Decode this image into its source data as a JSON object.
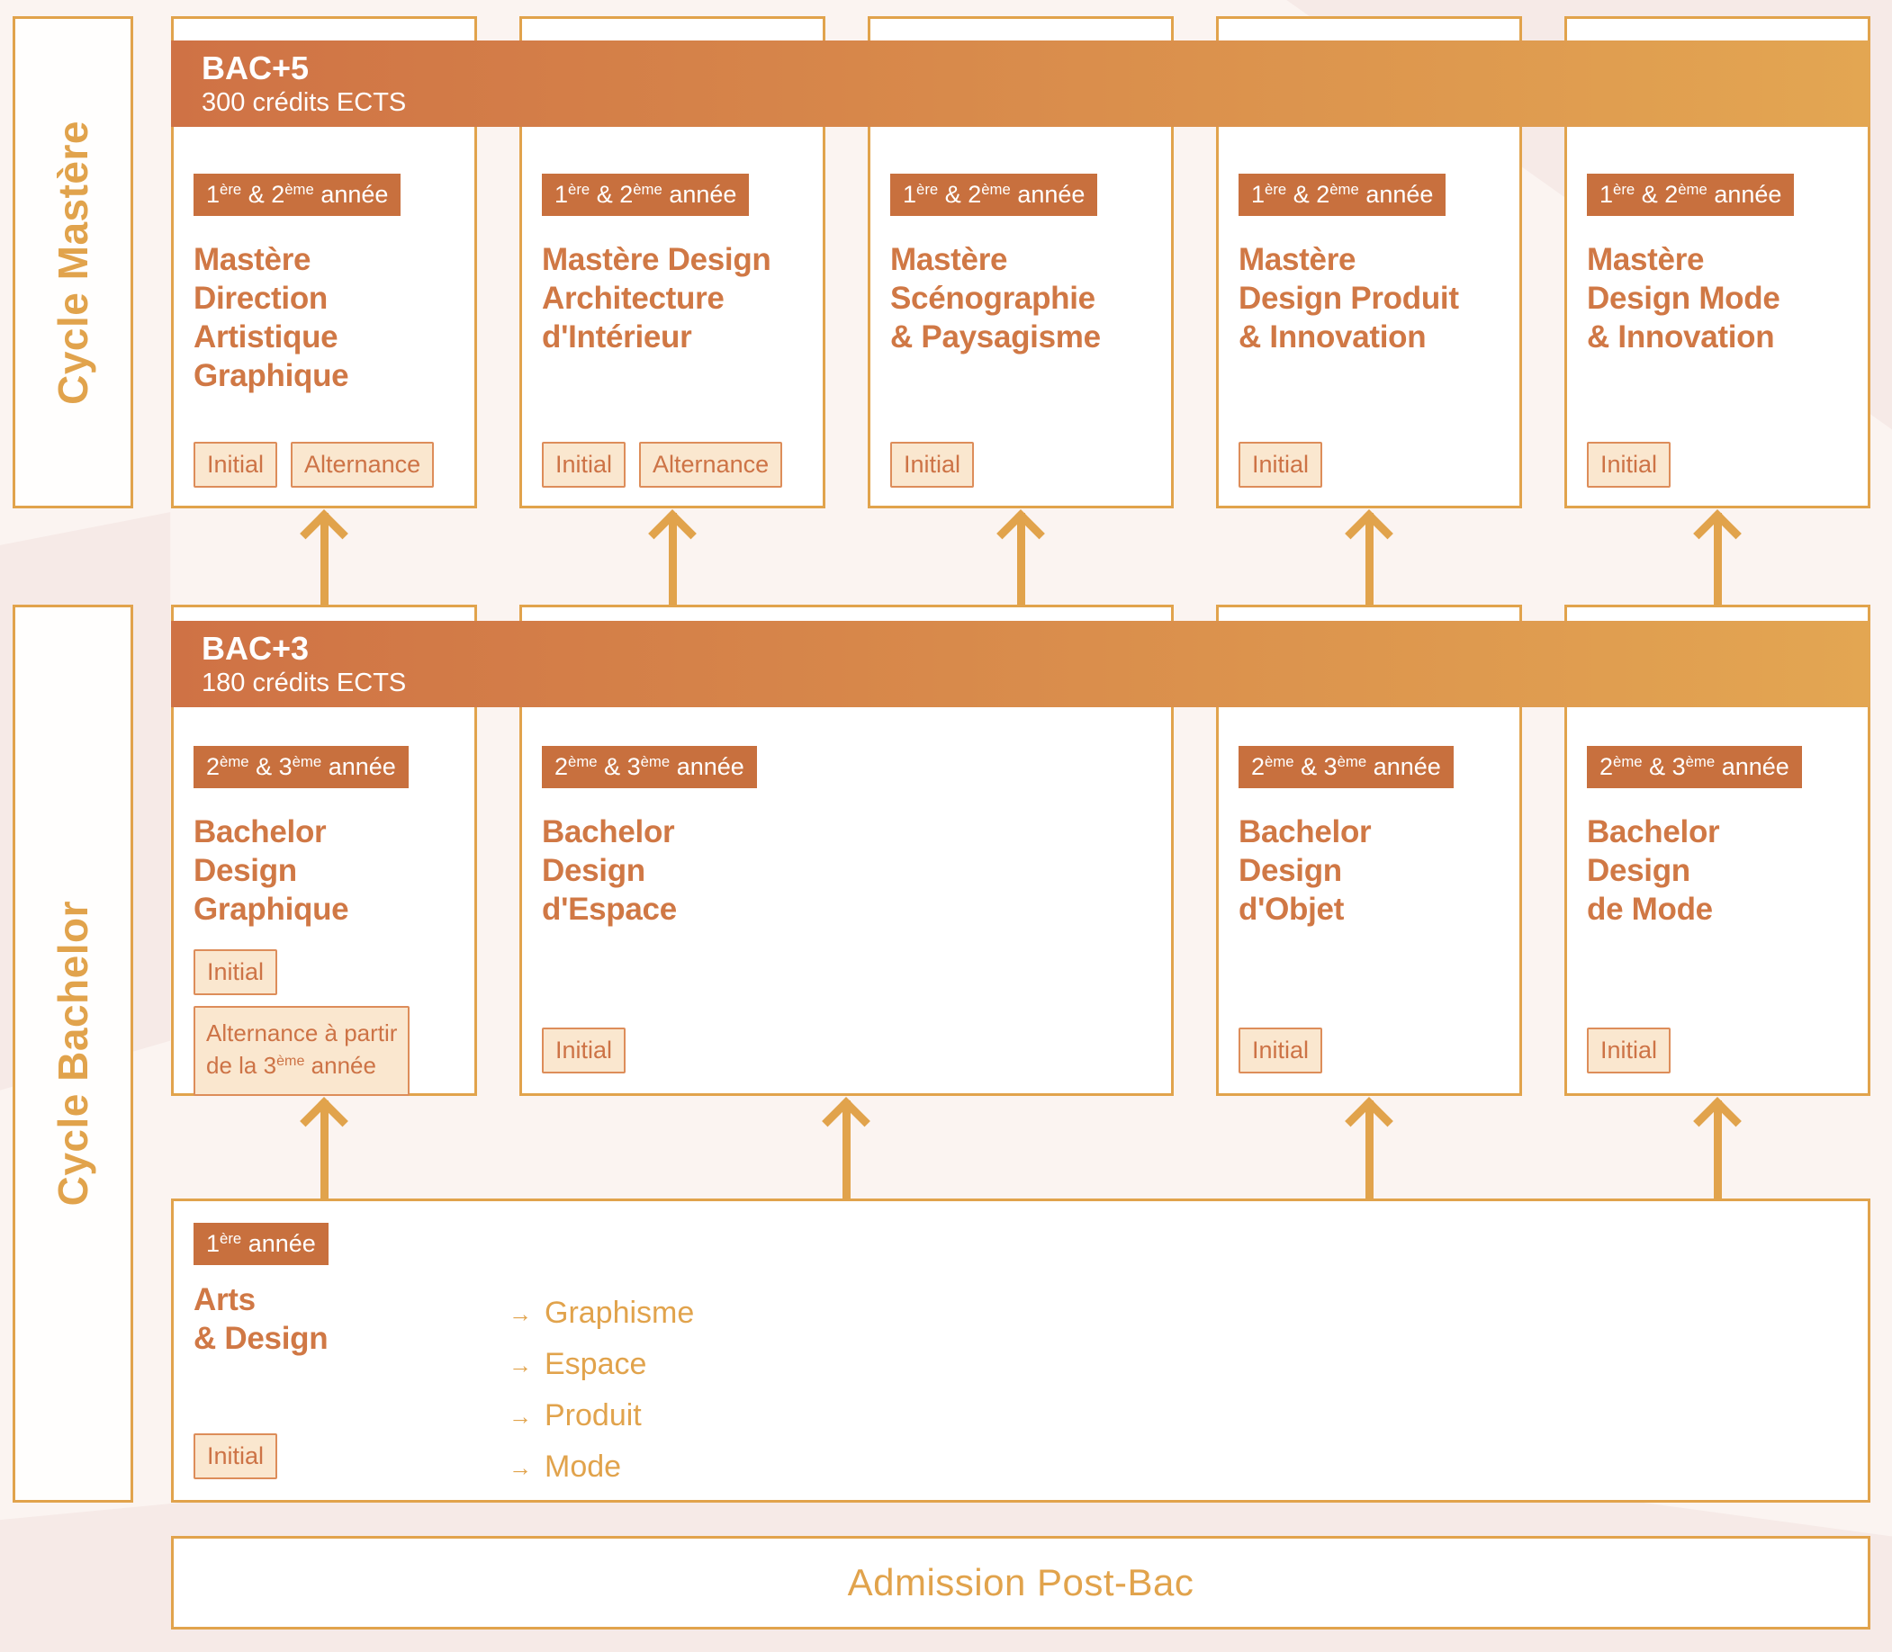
{
  "rails": {
    "mastere": "Cycle Mastère",
    "bachelor": "Cycle Bachelor"
  },
  "bac5": {
    "title": "BAC+5",
    "subtitle": "300 crédits ECTS"
  },
  "bac3": {
    "title": "BAC+3",
    "subtitle": "180 crédits ECTS"
  },
  "badges": {
    "m": {
      "n1": "1",
      "s1": "ère",
      "n2": " & 2",
      "s2": "ème",
      "tail": " année"
    },
    "b": {
      "n1": "2",
      "s1": "ème",
      "n2": " & 3",
      "s2": "ème",
      "tail": " année"
    },
    "a": {
      "n1": "1",
      "s1": "ère",
      "tail": " année"
    }
  },
  "mastere_cards": [
    {
      "lines": [
        "Mastère",
        "Direction",
        "Artistique",
        "Graphique"
      ],
      "tag1": "Initial",
      "tag2": "Alternance"
    },
    {
      "lines": [
        "Mastère Design",
        "Architecture",
        "d'Intérieur"
      ],
      "tag1": "Initial",
      "tag2": "Alternance"
    },
    {
      "lines": [
        "Mastère",
        "Scénographie",
        "& Paysagisme"
      ],
      "tag1": "Initial"
    },
    {
      "lines": [
        "Mastère",
        "Design Produit",
        "& Innovation"
      ],
      "tag1": "Initial"
    },
    {
      "lines": [
        "Mastère",
        "Design Mode",
        "& Innovation"
      ],
      "tag1": "Initial"
    }
  ],
  "bachelor_cards": [
    {
      "lines": [
        "Bachelor",
        "Design",
        "Graphique"
      ],
      "tag1": "Initial",
      "alt": {
        "line1": "Alternance à partir",
        "pre": "de la 3",
        "sup": "ème",
        "post": " année"
      }
    },
    {
      "lines": [
        "Bachelor",
        "Design",
        "d'Espace"
      ],
      "tag1": "Initial"
    },
    {
      "lines": [
        "Bachelor",
        "Design",
        "d'Objet"
      ],
      "tag1": "Initial"
    },
    {
      "lines": [
        "Bachelor",
        "Design",
        "de Mode"
      ],
      "tag1": "Initial"
    }
  ],
  "arts": {
    "lines": [
      "Arts",
      "& Design"
    ],
    "bullet": "→",
    "options": [
      "Graphisme",
      "Espace",
      "Produit",
      "Mode"
    ],
    "tag1": "Initial"
  },
  "admission": {
    "label": "Admission Post-Bac"
  },
  "colors": {
    "gold": "#E1A34C",
    "banner_gradient_start": "#CF7245",
    "banner_gradient_end": "#E3A652",
    "badge_bg": "#C8703E",
    "title_orange": "#D07845",
    "tag_bg": "#FAE7CF",
    "tag_border": "#DD8D5A",
    "tag_text": "#CD7346",
    "background": "#FBF4F1"
  }
}
